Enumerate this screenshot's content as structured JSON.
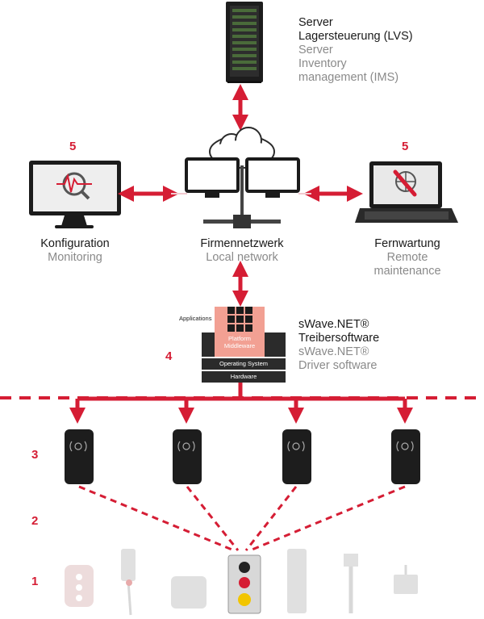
{
  "colors": {
    "accent": "#d51d34",
    "dark": "#2b2b2b",
    "gray_text": "#8a8a8a"
  },
  "server": {
    "label_de_1": "Server",
    "label_de_2": "Lagersteuerung (LVS)",
    "label_en_1": "Server",
    "label_en_2": "Inventory",
    "label_en_3": "management (IMS)"
  },
  "config": {
    "number": "5",
    "label_de": "Konfiguration",
    "label_en": "Monitoring"
  },
  "network": {
    "label_de": "Firmennetzwerk",
    "label_en": "Local network"
  },
  "remote": {
    "number": "5",
    "label_de": "Fernwartung",
    "label_en_1": "Remote",
    "label_en_2": "maintenance"
  },
  "middleware": {
    "number": "4",
    "applications": "Applications",
    "platform_1": "Platform",
    "platform_2": "Middleware",
    "os": "Operating System",
    "hardware": "Hardware",
    "label_de_1": "sWave.NET®",
    "label_de_2": "Treibersoftware",
    "label_en_1": "sWave.NET®",
    "label_en_2": "Driver software"
  },
  "levels": {
    "access_points": "3",
    "wireless": "2",
    "devices": "1"
  },
  "icons": [
    "server-rack-icon",
    "monitor-waveform-icon",
    "cloud-icon",
    "laptop-wrench-icon",
    "access-point-icon",
    "wireless-device-icon"
  ]
}
